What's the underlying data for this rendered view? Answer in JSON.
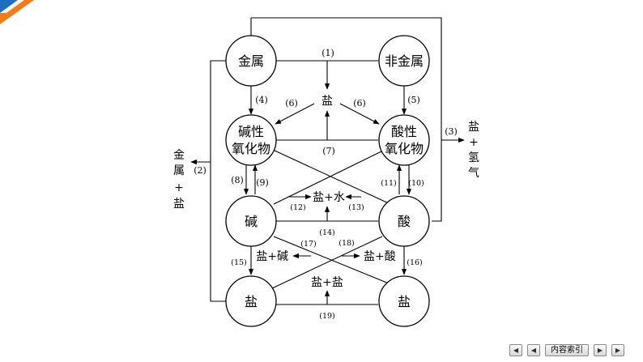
{
  "nodes": {
    "metal": "金属",
    "nonmetal": "非金属",
    "basic_oxide": [
      "碱性",
      "氧化物"
    ],
    "acidic_oxide": [
      "酸性",
      "氧化物"
    ],
    "base": "碱",
    "acid": "酸",
    "salt_left": "盐",
    "salt_right": "盐"
  },
  "products": {
    "salt_top": "盐",
    "salt_water": "盐+水",
    "salt_base": "盐+碱",
    "salt_acid": "盐+酸",
    "salt_salt": "盐+盐",
    "left_out": [
      "金",
      "属",
      "+",
      "盐"
    ],
    "right_out": [
      "盐",
      "+",
      "氢",
      "气"
    ]
  },
  "labels": {
    "r1": "(1)",
    "r2": "(2)",
    "r3": "(3)",
    "r4": "(4)",
    "r5": "(5)",
    "r6a": "(6)",
    "r6b": "(6)",
    "r7": "(7)",
    "r8": "(8)",
    "r9": "(9)",
    "r10": "(10)",
    "r11": "(11)",
    "r12": "(12)",
    "r13": "(13)",
    "r14": "(14)",
    "r15": "(15)",
    "r16": "(16)",
    "r17": "(17)",
    "r18": "(18)",
    "r19": "(19)"
  },
  "nav": {
    "first": "◀",
    "prev": "◀",
    "toc": "内容索引",
    "next": "▶",
    "last": "▶"
  }
}
